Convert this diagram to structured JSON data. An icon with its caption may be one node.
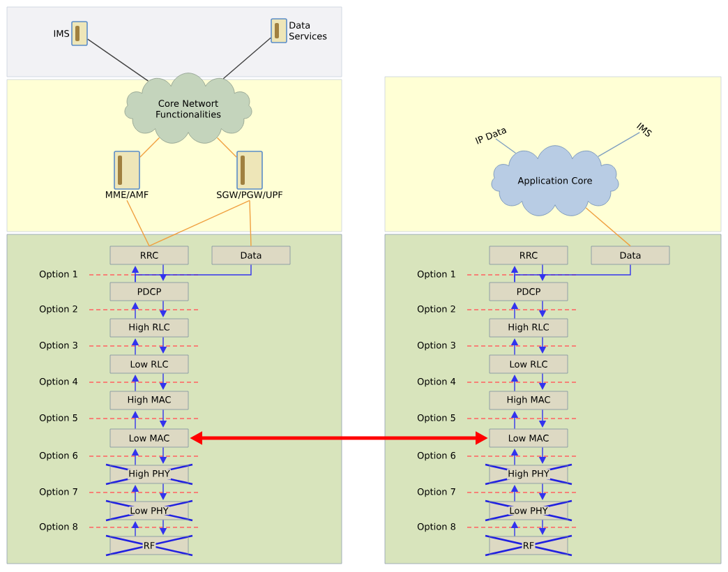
{
  "diagram": {
    "nodes": [
      {
        "text": [
          "IMS"
        ]
      },
      {
        "text": [
          "Data Services"
        ]
      },
      {
        "text": [
          "Core Networt Functionalities"
        ]
      },
      {
        "text": [
          "MME/AMF"
        ]
      },
      {
        "text": [
          "SGW/PGW/UPF"
        ]
      },
      {
        "text": [
          "RRC"
        ]
      },
      {
        "text": [
          "Data"
        ]
      },
      {
        "text": [
          "PDCP"
        ]
      },
      {
        "text": [
          "High RLC"
        ]
      },
      {
        "text": [
          "Low RLC"
        ]
      },
      {
        "text": [
          "High MAC"
        ]
      },
      {
        "text": [
          "Low MAC"
        ]
      },
      {
        "text": [
          "High PHY"
        ]
      },
      {
        "text": [
          "Low PHY"
        ]
      },
      {
        "text": [
          "RF"
        ]
      },
      {
        "text": [
          "IP Data"
        ]
      },
      {
        "text": [
          "IMS"
        ]
      },
      {
        "text": [
          "Application Core"
        ]
      },
      {
        "text": [
          "RRC"
        ]
      },
      {
        "text": [
          "Data"
        ]
      },
      {
        "text": [
          "PDCP"
        ]
      },
      {
        "text": [
          "High RLC"
        ]
      },
      {
        "text": [
          "Low RLC"
        ]
      },
      {
        "text": [
          "High MAC"
        ]
      },
      {
        "text": [
          "Low MAC"
        ]
      },
      {
        "text": [
          "High PHY"
        ]
      },
      {
        "text": [
          "Low PHY"
        ]
      },
      {
        "text": [
          "RF"
        ]
      }
    ],
    "edges": [
      {
        "from": 0,
        "to": 2,
        "arrow": "none",
        "color": "#404040"
      },
      {
        "from": 1,
        "to": 2,
        "arrow": "none",
        "color": "#404040"
      },
      {
        "from": 2,
        "to": 3,
        "arrow": "none",
        "color": "#f0a040"
      },
      {
        "from": 2,
        "to": 4,
        "arrow": "none",
        "color": "#f0a040"
      },
      {
        "from": 3,
        "to": 5,
        "arrow": "none",
        "color": "#f0a040"
      },
      {
        "from": 4,
        "to": 5,
        "arrow": "none",
        "color": "#f0a040"
      },
      {
        "from": 4,
        "to": 6,
        "arrow": "none",
        "color": "#f0a040"
      },
      {
        "from": 7,
        "to": 5,
        "arrow": "to"
      },
      {
        "from": 5,
        "to": 7,
        "arrow": "to"
      },
      {
        "from": 6,
        "to": 7,
        "arrow": "none"
      },
      {
        "from": 8,
        "to": 7,
        "arrow": "to"
      },
      {
        "from": 7,
        "to": 8,
        "arrow": "to"
      },
      {
        "from": 9,
        "to": 8,
        "arrow": "to"
      },
      {
        "from": 8,
        "to": 9,
        "arrow": "to"
      },
      {
        "from": 10,
        "to": 9,
        "arrow": "to"
      },
      {
        "from": 9,
        "to": 10,
        "arrow": "to"
      },
      {
        "from": 11,
        "to": 10,
        "arrow": "to"
      },
      {
        "from": 10,
        "to": 11,
        "arrow": "to"
      },
      {
        "from": 12,
        "to": 11,
        "arrow": "to"
      },
      {
        "from": 11,
        "to": 12,
        "arrow": "to"
      },
      {
        "from": 13,
        "to": 12,
        "arrow": "to"
      },
      {
        "from": 12,
        "to": 13,
        "arrow": "to"
      },
      {
        "from": 14,
        "to": 13,
        "arrow": "to"
      },
      {
        "from": 13,
        "to": 14,
        "arrow": "to"
      },
      {
        "from": 15,
        "to": 17,
        "arrow": "none",
        "color": "#7f9fc0"
      },
      {
        "from": 16,
        "to": 17,
        "arrow": "none",
        "color": "#7f9fc0"
      },
      {
        "from": 17,
        "to": 19,
        "arrow": "none",
        "color": "#f0a040"
      },
      {
        "from": 20,
        "to": 18,
        "arrow": "to"
      },
      {
        "from": 18,
        "to": 20,
        "arrow": "to"
      },
      {
        "from": 19,
        "to": 20,
        "arrow": "none"
      },
      {
        "from": 21,
        "to": 20,
        "arrow": "to"
      },
      {
        "from": 20,
        "to": 21,
        "arrow": "to"
      },
      {
        "from": 22,
        "to": 21,
        "arrow": "to"
      },
      {
        "from": 21,
        "to": 22,
        "arrow": "to"
      },
      {
        "from": 23,
        "to": 22,
        "arrow": "to"
      },
      {
        "from": 22,
        "to": 23,
        "arrow": "to"
      },
      {
        "from": 24,
        "to": 23,
        "arrow": "to"
      },
      {
        "from": 23,
        "to": 24,
        "arrow": "to"
      },
      {
        "from": 25,
        "to": 24,
        "arrow": "to"
      },
      {
        "from": 24,
        "to": 25,
        "arrow": "to"
      },
      {
        "from": 26,
        "to": 25,
        "arrow": "to"
      },
      {
        "from": 25,
        "to": 26,
        "arrow": "to"
      },
      {
        "from": 27,
        "to": 26,
        "arrow": "to"
      },
      {
        "from": 26,
        "to": 27,
        "arrow": "to"
      },
      {
        "from": 11,
        "to": 24,
        "arrow": "both",
        "style": "thick",
        "color": "#ff0000"
      }
    ],
    "labels": [
      "Option 1",
      "Option 1",
      "Option 2",
      "Option 2",
      "Option 3",
      "Option 3",
      "Option 4",
      "Option 4",
      "Option 5",
      "Option 5",
      "Option 6",
      "Option 6",
      "Option 7",
      "Option 7",
      "Option 8",
      "Option 8"
    ]
  }
}
